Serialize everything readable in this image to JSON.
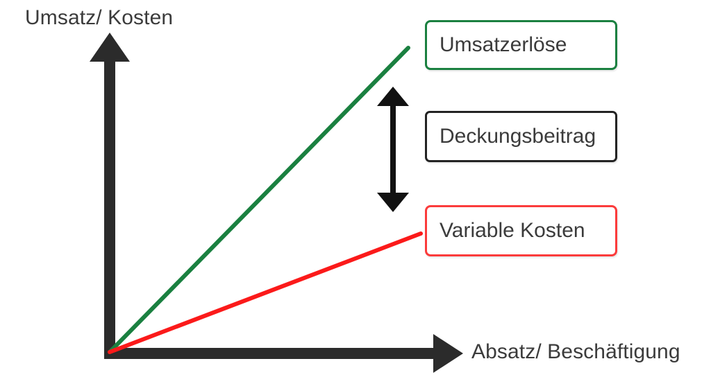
{
  "diagram": {
    "title_y_axis": "Umsatz/ Kosten",
    "title_x_axis": "Absatz/ Beschäftigung",
    "background_color": "#ffffff",
    "axis_color": "#2b2b2b",
    "text_color": "#3b3b3b"
  },
  "legend": {
    "items": [
      {
        "label": "Umsatzerlöse",
        "border_color": "#1a8040",
        "name": "revenue"
      },
      {
        "label": "Deckungsbeitrag",
        "border_color": "#232323",
        "name": "contribution"
      },
      {
        "label": "Variable Kosten",
        "border_color": "#fb3b3b",
        "name": "variable-costs"
      }
    ]
  },
  "chart_data": {
    "type": "line",
    "title": "",
    "xlabel": "Absatz/ Beschäftigung",
    "ylabel": "Umsatz/ Kosten",
    "grid": false,
    "legend_position": "right",
    "axis_ranges": {
      "x": [
        0,
        1
      ],
      "y": [
        0,
        1
      ]
    },
    "annotations": [
      {
        "name": "contribution-margin-gap",
        "label": "Deckungsbeitrag",
        "type": "double-headed-vertical-arrow",
        "x": 0.8,
        "y_top": 0.855,
        "y_bottom": 0.455
      }
    ],
    "series": [
      {
        "name": "Umsatzerlöse",
        "color": "#1a8040",
        "x": [
          0,
          1
        ],
        "values": [
          0,
          1.0
        ],
        "slope": 1.0,
        "intercept": 0
      },
      {
        "name": "Variable Kosten",
        "color": "#fb1a1a",
        "x": [
          0,
          1
        ],
        "values": [
          0,
          0.39
        ],
        "slope": 0.39,
        "intercept": 0
      }
    ]
  }
}
